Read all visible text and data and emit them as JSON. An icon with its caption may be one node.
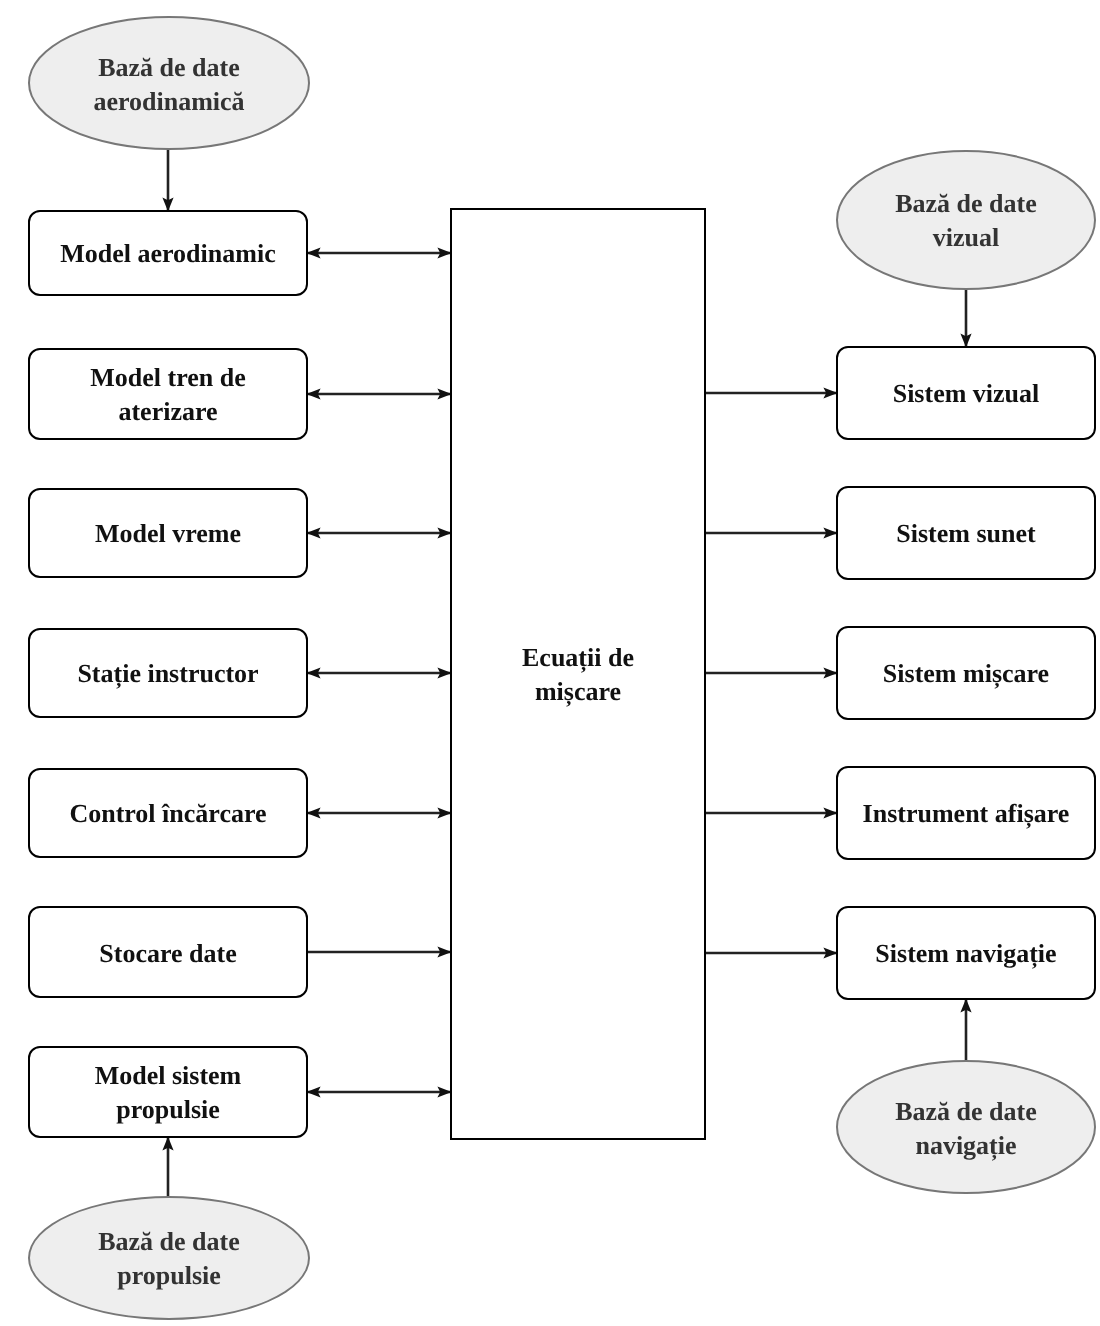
{
  "diagram": {
    "nodes": [
      {
        "text": [
          "Bază de date aerodinamică"
        ]
      },
      {
        "text": [
          "Model aerodinamic"
        ]
      },
      {
        "text": [
          "Model tren de aterizare"
        ]
      },
      {
        "text": [
          "Model vreme"
        ]
      },
      {
        "text": [
          "Stație instructor"
        ]
      },
      {
        "text": [
          "Control încărcare"
        ]
      },
      {
        "text": [
          "Stocare date"
        ]
      },
      {
        "text": [
          "Model sistem propulsie"
        ]
      },
      {
        "text": [
          "Bază de date propulsie"
        ]
      },
      {
        "text": [
          "Ecuații de mișcare"
        ]
      },
      {
        "text": [
          "Bază de date vizual"
        ]
      },
      {
        "text": [
          "Sistem vizual"
        ]
      },
      {
        "text": [
          "Sistem sunet"
        ]
      },
      {
        "text": [
          "Sistem mișcare"
        ]
      },
      {
        "text": [
          "Instrument afișare"
        ]
      },
      {
        "text": [
          "Sistem navigație"
        ]
      },
      {
        "text": [
          "Bază de date navigație"
        ]
      }
    ],
    "edges": [
      {
        "from": 0,
        "to": 1,
        "arrow": "to"
      },
      {
        "from": 1,
        "to": 9,
        "arrow": "both"
      },
      {
        "from": 2,
        "to": 9,
        "arrow": "both"
      },
      {
        "from": 3,
        "to": 9,
        "arrow": "both"
      },
      {
        "from": 4,
        "to": 9,
        "arrow": "both"
      },
      {
        "from": 5,
        "to": 9,
        "arrow": "both"
      },
      {
        "from": 6,
        "to": 9,
        "arrow": "to"
      },
      {
        "from": 7,
        "to": 9,
        "arrow": "both"
      },
      {
        "from": 8,
        "to": 7,
        "arrow": "to"
      },
      {
        "from": 9,
        "to": 11,
        "arrow": "to"
      },
      {
        "from": 9,
        "to": 12,
        "arrow": "to"
      },
      {
        "from": 9,
        "to": 13,
        "arrow": "to"
      },
      {
        "from": 9,
        "to": 14,
        "arrow": "to"
      },
      {
        "from": 9,
        "to": 15,
        "arrow": "to"
      },
      {
        "from": 10,
        "to": 11,
        "arrow": "to"
      },
      {
        "from": 16,
        "to": 15,
        "arrow": "to"
      }
    ]
  }
}
